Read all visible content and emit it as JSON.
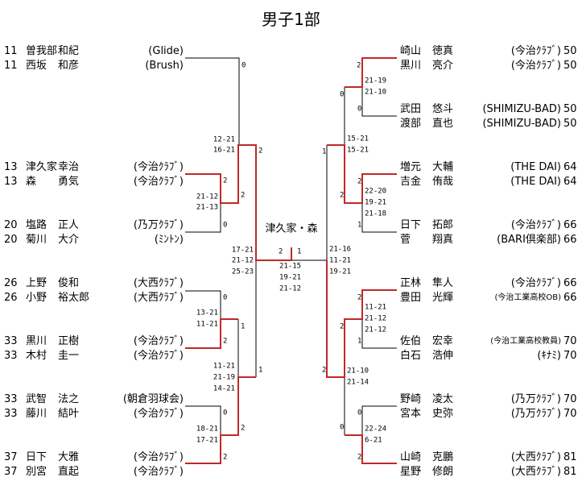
{
  "title": "男子1部",
  "colors": {
    "winner_line": "#c0282a",
    "line": "#000000"
  },
  "final": {
    "champion": "津久家・森",
    "score_left": "2",
    "score_right": "1",
    "games": [
      "21-15",
      "19-21",
      "21-12"
    ]
  },
  "left_players": [
    {
      "seed": "11",
      "family": "曽我部",
      "given": "和紀",
      "club": "(Glide)"
    },
    {
      "seed": "11",
      "family": "西坂",
      "given": "和彦",
      "club": "(Brush)"
    },
    {
      "seed": "13",
      "family": "津久家",
      "given": "幸治",
      "club": "(今治ｸﾗﾌﾞ)"
    },
    {
      "seed": "13",
      "family": "森",
      "given": "勇気",
      "club": "(今治ｸﾗﾌﾞ)"
    },
    {
      "seed": "20",
      "family": "塩路",
      "given": "正人",
      "club": "(乃万ｸﾗﾌﾞ)"
    },
    {
      "seed": "20",
      "family": "菊川",
      "given": "大介",
      "club": "(ﾐﾝﾄﾝ)"
    },
    {
      "seed": "26",
      "family": "上野",
      "given": "俊和",
      "club": "(大西ｸﾗﾌﾞ)"
    },
    {
      "seed": "26",
      "family": "小野",
      "given": "裕太郎",
      "club": "(大西ｸﾗﾌﾞ)"
    },
    {
      "seed": "33",
      "family": "黒川",
      "given": "正樹",
      "club": "(今治ｸﾗﾌﾞ)"
    },
    {
      "seed": "33",
      "family": "木村",
      "given": "圭一",
      "club": "(今治ｸﾗﾌﾞ)"
    },
    {
      "seed": "33",
      "family": "武智",
      "given": "法之",
      "club": "(朝倉羽球会)"
    },
    {
      "seed": "33",
      "family": "藤川",
      "given": "結叶",
      "club": "(今治ｸﾗﾌﾞ)"
    },
    {
      "seed": "37",
      "family": "日下",
      "given": "大雅",
      "club": "(今治ｸﾗﾌﾞ)"
    },
    {
      "seed": "37",
      "family": "別宮",
      "given": "直起",
      "club": "(今治ｸﾗﾌﾞ)"
    }
  ],
  "right_players": [
    {
      "family": "崎山",
      "given": "徳真",
      "club": "(今治ｸﾗﾌﾞ)",
      "seed": "50"
    },
    {
      "family": "黒川",
      "given": "亮介",
      "club": "(今治ｸﾗﾌﾞ)",
      "seed": "50"
    },
    {
      "family": "武田",
      "given": "悠斗",
      "club": "(SHIMIZU-BAD)",
      "seed": "50"
    },
    {
      "family": "渡部",
      "given": "直也",
      "club": "(SHIMIZU-BAD)",
      "seed": "50"
    },
    {
      "family": "増元",
      "given": "大輔",
      "club": "(THE  DAI)",
      "seed": "64"
    },
    {
      "family": "吉金",
      "given": "侑哉",
      "club": "(THE  DAI)",
      "seed": "64"
    },
    {
      "family": "日下",
      "given": "拓郎",
      "club": "(今治ｸﾗﾌﾞ)",
      "seed": "66"
    },
    {
      "family": "菅",
      "given": "翔真",
      "club": "(BARI倶楽部)",
      "seed": "66"
    },
    {
      "family": "正林",
      "given": "隼人",
      "club": "(今治ｸﾗﾌﾞ)",
      "seed": "66"
    },
    {
      "family": "豊田",
      "given": "光輝",
      "club": "(今治工業高校OB)",
      "seed": "66"
    },
    {
      "family": "佐伯",
      "given": "宏幸",
      "club": "(今治工業高校教員)",
      "seed": "70"
    },
    {
      "family": "白石",
      "given": "浩伸",
      "club": "(ｷﾅﾐ)",
      "seed": "70"
    },
    {
      "family": "野崎",
      "given": "凌太",
      "club": "(乃万ｸﾗﾌﾞ)",
      "seed": "70"
    },
    {
      "family": "宮本",
      "given": "史弥",
      "club": "(乃万ｸﾗﾌﾞ)",
      "seed": "70"
    },
    {
      "family": "山崎",
      "given": "克鵬",
      "club": "(大西ｸﾗﾌﾞ)",
      "seed": "81"
    },
    {
      "family": "星野",
      "given": "修朗",
      "club": "(大西ｸﾗﾌﾞ)",
      "seed": "81"
    }
  ],
  "left_scores": [
    "0",
    "12-21",
    "16-21",
    "2",
    "2",
    "21-12",
    "21-13",
    "0",
    "2",
    "17-21",
    "21-12",
    "25-23",
    "0",
    "13-21",
    "11-21",
    "1",
    "2",
    "11-21",
    "21-19",
    "14-21",
    "1",
    "0",
    "18-21",
    "17-21",
    "2",
    "2"
  ],
  "right_scores": [
    "2",
    "21-19",
    "21-10",
    "0",
    "0",
    "15-21",
    "15-21",
    "1",
    "2",
    "22-20",
    "19-21",
    "21-18",
    "2",
    "1",
    "21-16",
    "11-21",
    "19-21",
    "2",
    "11-21",
    "21-12",
    "21-12",
    "2",
    "1",
    "2",
    "21-10",
    "21-14",
    "0",
    "0",
    "22-24",
    "6-21",
    "2"
  ]
}
